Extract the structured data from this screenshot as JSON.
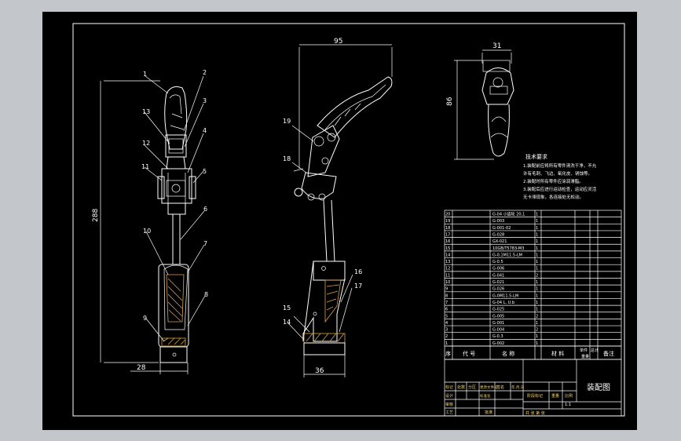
{
  "drawing": {
    "title": "装配图",
    "dimensions": {
      "front_height": "288",
      "front_width": "28",
      "side_top": "95",
      "side_bottom": "36",
      "small_width": "31",
      "small_height": "86"
    },
    "balloons": [
      "1",
      "2",
      "3",
      "4",
      "5",
      "6",
      "7",
      "8",
      "9",
      "10",
      "11",
      "12",
      "13",
      "14",
      "15",
      "16",
      "17",
      "18",
      "19"
    ],
    "notes": {
      "heading": "技术要求",
      "lines": [
        "1.装配前应将所有零件清洗干净，不允",
        "许有毛刺、飞边、氧化皮、锈蚀等。",
        "2.装配时所有零件应涂润滑脂。",
        "3.装配后应进行运动检查，运动应灵活",
        "无卡滞现象，各连接处无松动。"
      ]
    },
    "parts_table": {
      "rows": [
        {
          "no": "20",
          "code": "G-04 小齿轮 20,1",
          "qty": "1"
        },
        {
          "no": "19",
          "code": "G-003",
          "qty": "1"
        },
        {
          "no": "18",
          "code": "G-001-02",
          "qty": "1"
        },
        {
          "no": "17",
          "code": "G-028",
          "qty": "1"
        },
        {
          "no": "16",
          "code": "GX-021",
          "qty": "1"
        },
        {
          "no": "15",
          "code": "10GB/T5783-M3",
          "qty": "1"
        },
        {
          "no": "14",
          "code": "G-0,1M11.5-LM",
          "qty": "1"
        },
        {
          "no": "13",
          "code": "G-0.5",
          "qty": "1"
        },
        {
          "no": "12",
          "code": "G-006",
          "qty": "1"
        },
        {
          "no": "11",
          "code": "G-041",
          "qty": "2"
        },
        {
          "no": "10",
          "code": "G-021",
          "qty": "1"
        },
        {
          "no": "9",
          "code": "G-026",
          "qty": "1"
        },
        {
          "no": "8",
          "code": "G-0M11.5-LM",
          "qty": "1"
        },
        {
          "no": "7",
          "code": "G-04 L, U.b",
          "qty": "1"
        },
        {
          "no": "6",
          "code": "G-025",
          "qty": "1"
        },
        {
          "no": "5",
          "code": "G-005",
          "qty": "2"
        },
        {
          "no": "4",
          "code": "G-001",
          "qty": "1"
        },
        {
          "no": "3",
          "code": "G-004",
          "qty": "2"
        },
        {
          "no": "2",
          "code": "G-0.3",
          "qty": "1"
        },
        {
          "no": "1",
          "code": "G-002",
          "qty": "1"
        }
      ],
      "header": {
        "seq": "序",
        "code": "代  号",
        "name": "名  称",
        "material": "材  料",
        "unit_weight": "单件",
        "total_weight": "总计",
        "weight": "重量",
        "remark": "备注"
      }
    },
    "title_block": {
      "labels": [
        "标记",
        "处数",
        "分区",
        "更改文件号",
        "签名",
        "年.月.日"
      ],
      "stage_label": "阶段标记",
      "weight_label": "重量",
      "scale_label": "比例",
      "scale_value": "1:1",
      "sheet_info": "共  张  第  张",
      "design_label": "设计",
      "review_label": "审核",
      "process_label": "工艺",
      "approve_label": "批准",
      "std_label": "标准化"
    }
  }
}
